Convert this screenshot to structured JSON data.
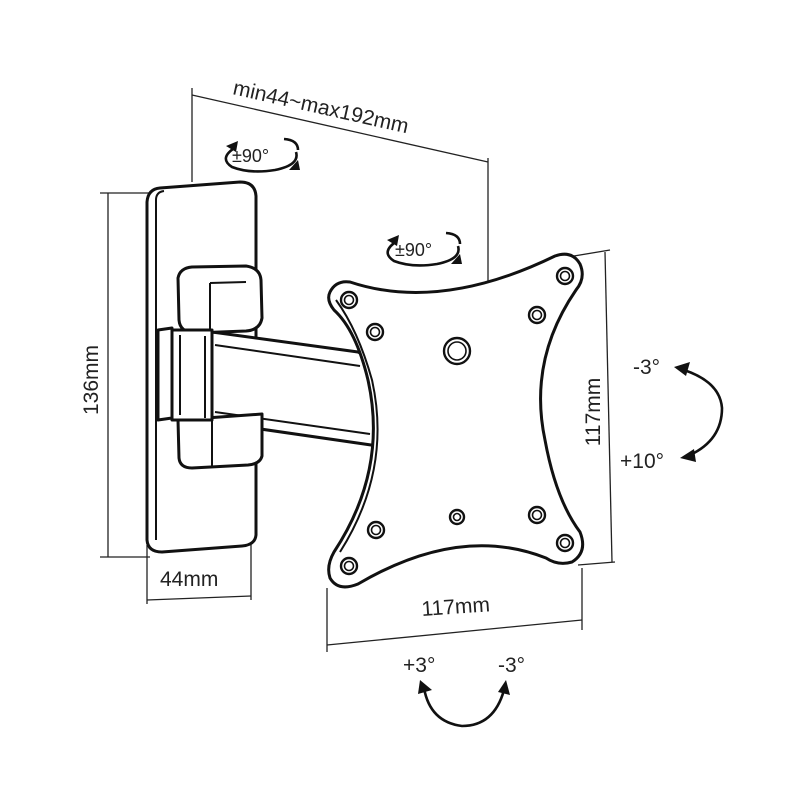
{
  "diagram": {
    "dimension_reach": "min44~max192mm",
    "dimension_height": "136mm",
    "dimension_plate_width": "44mm",
    "dimension_vesa_width": "117mm",
    "dimension_vesa_height": "117mm",
    "rotation_wall": "±90°",
    "rotation_arm": "±90°",
    "tilt_up": "-3°",
    "tilt_down": "+10°",
    "swivel_left": "+3°",
    "swivel_right": "-3°"
  }
}
